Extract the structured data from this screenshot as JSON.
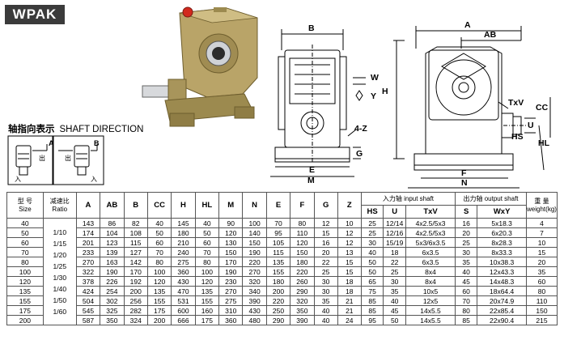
{
  "brand": "WPAK",
  "shaft_direction": {
    "cn": "轴指向表示",
    "en": "SHAFT DIRECTION",
    "diagram_a": "A",
    "diagram_b": "B",
    "out_label": "出",
    "in_label": "入"
  },
  "dims": {
    "B": "B",
    "A": "A",
    "AB": "AB",
    "W": "W",
    "H": "H",
    "Y": "Y",
    "TxV": "TxV",
    "CC": "CC",
    "U": "U",
    "HS": "HS",
    "HL": "HL",
    "Z": "4-Z",
    "G": "G",
    "E": "E",
    "M": "M",
    "F": "F",
    "N": "N"
  },
  "colors": {
    "gearbox_body": "#b9a468",
    "gearbox_dark": "#7d6b3a",
    "line": "#000000"
  },
  "table": {
    "size_cn": "型 号",
    "size_en": "Size",
    "ratio_cn": "减速比",
    "ratio_en": "Ratio",
    "input_group": "入力轴 input shaft",
    "output_group": "出力轴 output shaft",
    "weight_cn": "重 量",
    "weight_en": "weight(kg)",
    "cols": [
      "A",
      "AB",
      "B",
      "CC",
      "H",
      "HL",
      "M",
      "N",
      "E",
      "F",
      "G",
      "Z"
    ],
    "input_cols": [
      "HS",
      "U",
      "TxV"
    ],
    "output_cols": [
      "S",
      "WxY"
    ],
    "ratios": [
      "1/10",
      "1/15",
      "1/20",
      "1/25",
      "1/30",
      "1/40",
      "1/50",
      "1/60"
    ],
    "rows": [
      [
        "40",
        "143",
        "86",
        "82",
        "40",
        "145",
        "40",
        "90",
        "100",
        "70",
        "80",
        "12",
        "10",
        "25",
        "12/14",
        "4x2.5/5x3",
        "16",
        "5x18.3",
        "4"
      ],
      [
        "50",
        "174",
        "104",
        "108",
        "50",
        "180",
        "50",
        "120",
        "140",
        "95",
        "110",
        "15",
        "12",
        "25",
        "12/16",
        "4x2.5/5x3",
        "20",
        "6x20.3",
        "7"
      ],
      [
        "60",
        "201",
        "123",
        "115",
        "60",
        "210",
        "60",
        "130",
        "150",
        "105",
        "120",
        "16",
        "12",
        "30",
        "15/19",
        "5x3/6x3.5",
        "25",
        "8x28.3",
        "10"
      ],
      [
        "70",
        "233",
        "139",
        "127",
        "70",
        "240",
        "70",
        "150",
        "190",
        "115",
        "150",
        "20",
        "13",
        "40",
        "18",
        "6x3.5",
        "30",
        "8x33.3",
        "15"
      ],
      [
        "80",
        "270",
        "163",
        "142",
        "80",
        "275",
        "80",
        "170",
        "220",
        "135",
        "180",
        "22",
        "15",
        "50",
        "22",
        "6x3.5",
        "35",
        "10x38.3",
        "20"
      ],
      [
        "100",
        "322",
        "190",
        "170",
        "100",
        "360",
        "100",
        "190",
        "270",
        "155",
        "220",
        "25",
        "15",
        "50",
        "25",
        "8x4",
        "40",
        "12x43.3",
        "35"
      ],
      [
        "120",
        "378",
        "226",
        "192",
        "120",
        "430",
        "120",
        "230",
        "320",
        "180",
        "260",
        "30",
        "18",
        "65",
        "30",
        "8x4",
        "45",
        "14x48.3",
        "60"
      ],
      [
        "135",
        "424",
        "254",
        "200",
        "135",
        "470",
        "135",
        "270",
        "340",
        "200",
        "290",
        "30",
        "18",
        "75",
        "35",
        "10x5",
        "60",
        "18x64.4",
        "80"
      ],
      [
        "155",
        "504",
        "302",
        "256",
        "155",
        "531",
        "155",
        "275",
        "390",
        "220",
        "320",
        "35",
        "21",
        "85",
        "40",
        "12x5",
        "70",
        "20x74.9",
        "110"
      ],
      [
        "175",
        "545",
        "325",
        "282",
        "175",
        "600",
        "160",
        "310",
        "430",
        "250",
        "350",
        "40",
        "21",
        "85",
        "45",
        "14x5.5",
        "80",
        "22x85.4",
        "150"
      ],
      [
        "200",
        "587",
        "350",
        "324",
        "200",
        "666",
        "175",
        "360",
        "480",
        "290",
        "390",
        "40",
        "24",
        "95",
        "50",
        "14x5.5",
        "85",
        "22x90.4",
        "215"
      ]
    ]
  }
}
